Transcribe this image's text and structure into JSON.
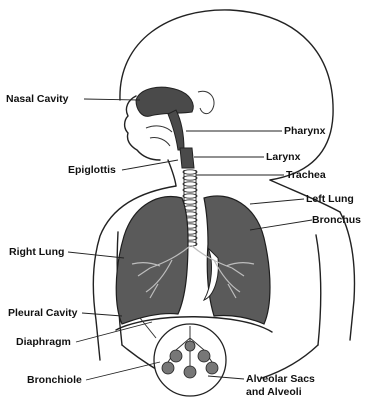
{
  "labels": {
    "nasal_cavity": "Nasal Cavity",
    "pharynx": "Pharynx",
    "epiglottis": "Epiglottis",
    "larynx": "Larynx",
    "trachea": "Trachea",
    "left_lung": "Left Lung",
    "bronchus": "Bronchus",
    "right_lung": "Right Lung",
    "pleural_cavity": "Pleural Cavity",
    "diaphragm": "Diaphragm",
    "bronchiole": "Bronchiole",
    "alveolar_line1": "Alveolar Sacs",
    "alveolar_line2": "and Alveoli"
  }
}
